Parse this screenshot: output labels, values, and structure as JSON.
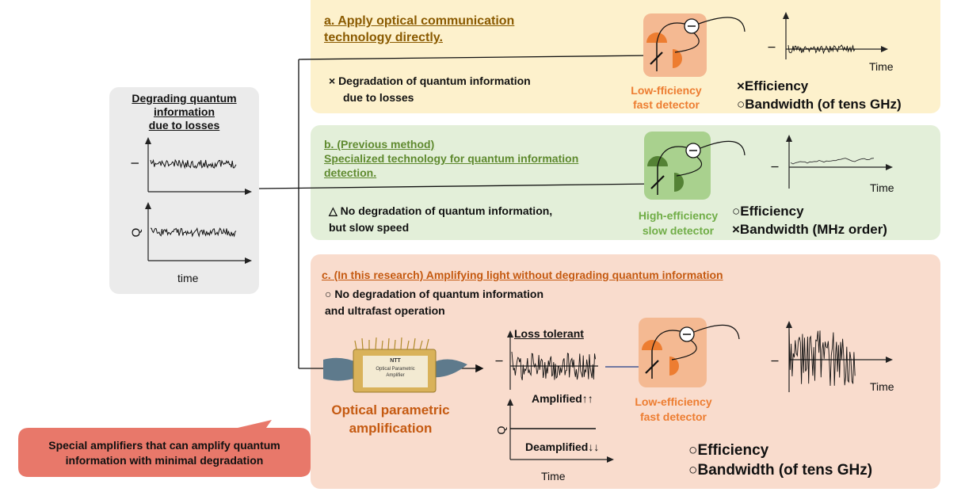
{
  "left_panel": {
    "title_lines": [
      "Degrading quantum",
      "information",
      "due to losses"
    ],
    "i_label": "I",
    "q_label": "Q",
    "x_label": "time"
  },
  "panel_a": {
    "title_lines": [
      "a. Apply optical communication",
      "technology directly."
    ],
    "note_lines": [
      "× Degradation of quantum information",
      "due to losses"
    ],
    "detector_lines": [
      "Low-fficiency",
      "fast detector"
    ],
    "result_lines": [
      "×Efficiency",
      "○Bandwidth (of tens GHz)"
    ],
    "plot_i_label": "I",
    "plot_x_label": "Time"
  },
  "panel_b": {
    "title_lines": [
      "b. (Previous method)",
      "Specialized technology for quantum information",
      "detection."
    ],
    "note_lines": [
      "△ No degradation of quantum information,",
      "but slow speed"
    ],
    "detector_lines": [
      "High-efficiency",
      "slow detector"
    ],
    "result_lines": [
      "○Efficiency",
      "×Bandwidth (MHz order)"
    ],
    "plot_i_label": "I",
    "plot_x_label": "Time"
  },
  "panel_c": {
    "title": "c. (In this research) Amplifying light without degrading quantum information",
    "note_lines": [
      "○ No degradation of quantum information",
      "and ultrafast operation"
    ],
    "loss_tolerant": "Loss tolerant",
    "amplified": "Amplified↑↑",
    "deamplified": "Deamplified↓↓",
    "plot_i_label": "I",
    "plot_q_label": "Q",
    "plot_time_label": "Time",
    "opa_label_lines": [
      "Optical parametric",
      "amplification"
    ],
    "detector_lines": [
      "Low-efficiency",
      "fast detector"
    ],
    "result_lines": [
      "○Efficiency",
      "○Bandwidth (of tens GHz)"
    ],
    "output_i_label": "I",
    "output_x_label": "Time",
    "device": {
      "brand": "NTT",
      "line1": "Optical Parametric",
      "line2": "Amplifier"
    }
  },
  "callout": {
    "lines": [
      "Special amplifiers that can amplify quantum",
      "information with minimal degradation"
    ]
  },
  "colors": {
    "panel_a_bg": "#fdf1cc",
    "panel_a_title": "#8a5a00",
    "panel_b_bg": "#e3efd9",
    "panel_b_title": "#5f8a2f",
    "panel_c_bg": "#f9dccd",
    "panel_c_title": "#c55a11",
    "left_bg": "#ebebeb",
    "orange_text": "#ed7d31",
    "green_text": "#70ad47",
    "callout_bg": "#e8786a"
  }
}
